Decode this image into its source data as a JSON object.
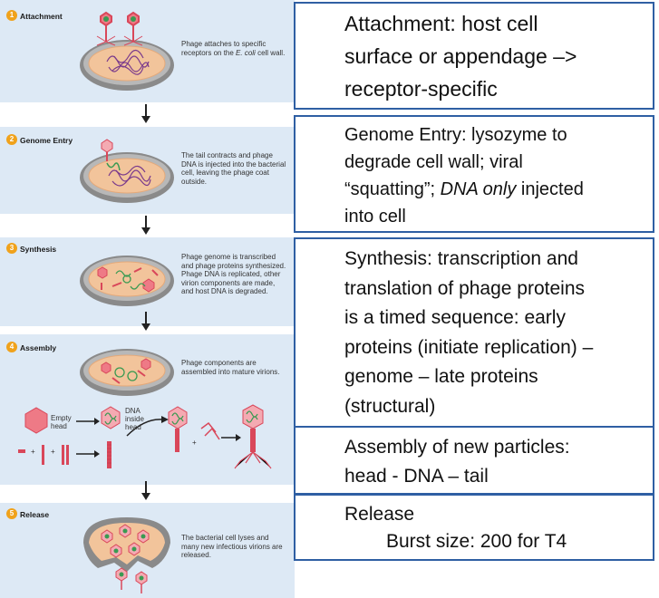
{
  "steps": [
    {
      "num": "1",
      "title": "Attachment",
      "desc_parts": [
        "Phage attaches to specific receptors on the ",
        "E. coli",
        " cell wall."
      ]
    },
    {
      "num": "2",
      "title": "Genome Entry",
      "desc": "The tail contracts and phage DNA is injected into the bacterial cell, leaving the phage coat outside."
    },
    {
      "num": "3",
      "title": "Synthesis",
      "desc": "Phage genome is transcribed and phage proteins synthesized. Phage DNA is replicated, other virion components are made, and host DNA is degraded."
    },
    {
      "num": "4",
      "title": "Assembly",
      "desc": "Phage components are assembled into mature virions.",
      "empty_head": "Empty head",
      "dna_inside_head": "DNA inside head"
    },
    {
      "num": "5",
      "title": "Release",
      "desc": "The bacterial cell lyses and many new infectious virions are released."
    }
  ],
  "notes": {
    "attachment": [
      "Attachment: host cell",
      "surface or appendage –>",
      "receptor-specific"
    ],
    "genome_entry": {
      "line1": "Genome Entry: lysozyme to",
      "line2": "degrade cell wall; viral",
      "line3_pre": "“squatting”; ",
      "line3_em": "DNA only",
      "line3_post": " injected",
      "line4": "into cell"
    },
    "synthesis": [
      "Synthesis: transcription and",
      "translation of phage proteins",
      "is a timed sequence: early",
      "proteins (initiate replication) –",
      "genome – late proteins",
      "(structural)"
    ],
    "assembly": [
      "Assembly of new particles:",
      "head - DNA – tail"
    ],
    "release": [
      "Release",
      "Burst size: 200 for T4"
    ]
  },
  "colors": {
    "panel": "#dde9f5",
    "badge": "#f0a21b",
    "box_border": "#2f5fa3",
    "cell_fill": "#f2c49b",
    "phage_red": "#d9475a",
    "dna_purple": "#7a3a8c",
    "dna_green": "#3a9a52"
  }
}
